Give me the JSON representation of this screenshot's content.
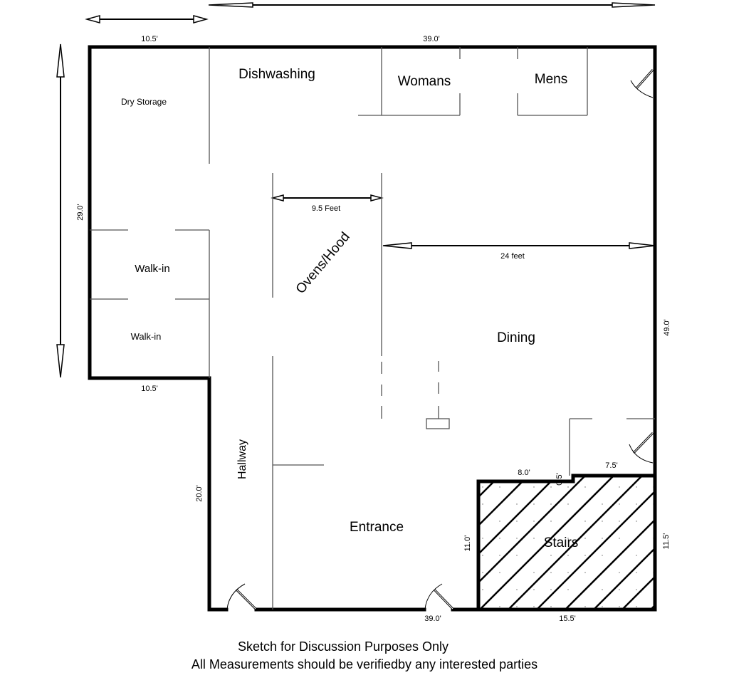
{
  "rooms": {
    "dry_storage": "Dry Storage",
    "dishwashing": "Dishwashing",
    "womans": "Womans",
    "mens": "Mens",
    "walk_in_1": "Walk-in",
    "walk_in_2": "Walk-in",
    "ovens_hood": "Ovens/Hood",
    "dining": "Dining",
    "hallway": "Hallway",
    "entrance": "Entrance",
    "stairs": "Stairs"
  },
  "dimensions": {
    "top_left": "10.5'",
    "top": "39.0'",
    "left": "29.0'",
    "walkin_bottom": "10.5'",
    "hallway_left": "20.0'",
    "right": "49.0'",
    "aisle_width": "9.5 Feet",
    "dining_width": "24 feet",
    "bottom": "39.0'",
    "stairs_bottom": "15.5'",
    "stairs_left": "11.0'",
    "stairs_right": "11.5'",
    "stairs_top_left": "8.0'",
    "stairs_step": "0.5'",
    "stairs_top_right": "7.5'"
  },
  "caption": {
    "line1": "Sketch for Discussion Purposes Only",
    "line2": "All Measurements should be verifiedby any interested parties"
  }
}
